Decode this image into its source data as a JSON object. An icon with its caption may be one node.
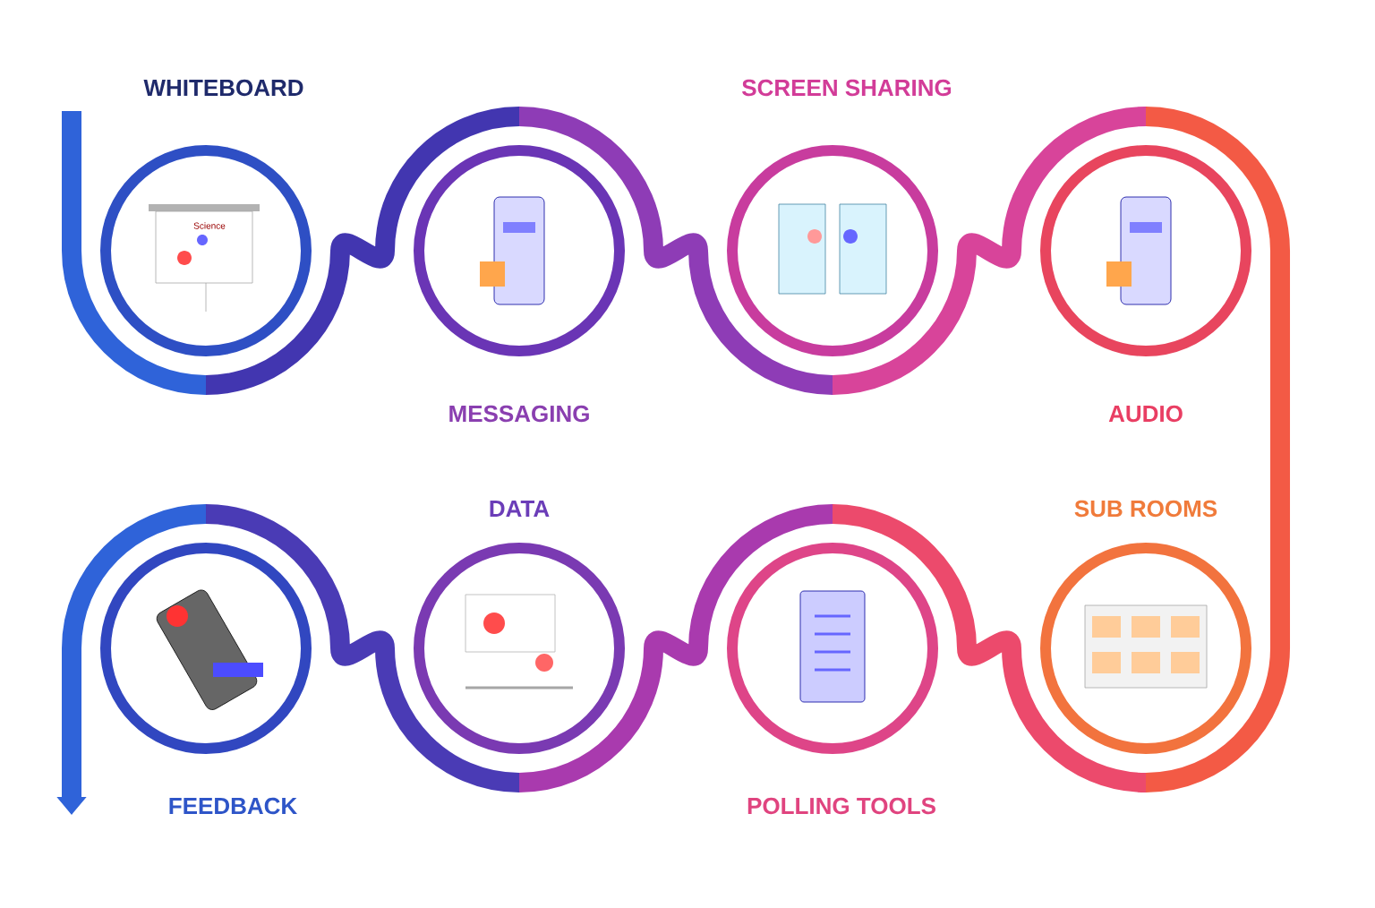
{
  "diagram": {
    "nodes": [
      {
        "text": [
          "WHITEBOARD"
        ]
      },
      {
        "text": [
          "MESSAGING"
        ]
      },
      {
        "text": [
          "SCREEN SHARING"
        ]
      },
      {
        "text": [
          "AUDIO"
        ]
      },
      {
        "text": [
          "SUB ROOMS"
        ]
      },
      {
        "text": [
          "POLLING TOOLS"
        ]
      },
      {
        "text": [
          "DATA"
        ]
      },
      {
        "text": [
          "FEEDBACK"
        ]
      }
    ],
    "edges": [
      {
        "from": null,
        "to": 0,
        "arrow": "none",
        "color": "#2f63d9"
      },
      {
        "from": 0,
        "to": 1,
        "arrow": "none",
        "color": "#4236b0"
      },
      {
        "from": 1,
        "to": 2,
        "arrow": "none",
        "color": "#8e3cb6"
      },
      {
        "from": 2,
        "to": 3,
        "arrow": "none",
        "color": "#d8449a"
      },
      {
        "from": 3,
        "to": 4,
        "arrow": "none",
        "color": "#f35a45"
      },
      {
        "from": 4,
        "to": 5,
        "arrow": "none",
        "color": "#ec4a6c"
      },
      {
        "from": 5,
        "to": 6,
        "arrow": "none",
        "color": "#a93aae"
      },
      {
        "from": 6,
        "to": 7,
        "arrow": "none",
        "color": "#4a3bb5"
      },
      {
        "from": 7,
        "to": null,
        "arrow": "to",
        "color": "#2f63d9"
      }
    ],
    "labels": [
      "Science"
    ]
  }
}
